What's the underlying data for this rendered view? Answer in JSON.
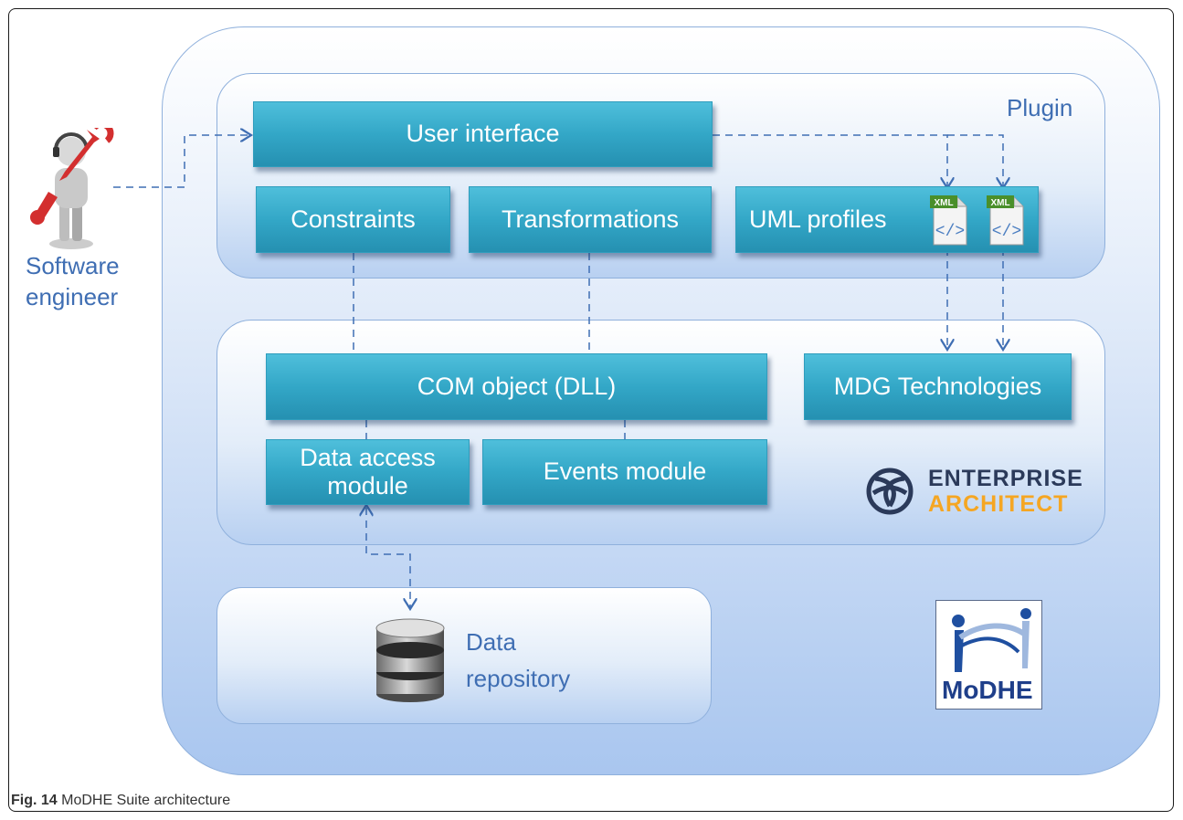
{
  "suite": {
    "plugin_label": "Plugin",
    "user_interface": "User interface",
    "constraints": "Constraints",
    "transformations": "Transformations",
    "uml_profiles": "UML profiles",
    "xml_badge_1": "XML",
    "xml_badge_2": "XML",
    "com_object": "COM object (DLL)",
    "mdg": "MDG Technologies",
    "data_access_1": "Data access",
    "data_access_2": "module",
    "events_module": "Events module",
    "ea_logo_1": "ENTERPRISE",
    "ea_logo_2": "ARCHITECT",
    "repo_1": "Data",
    "repo_2": "repository",
    "modhe_logo": "MoDHE"
  },
  "actor": {
    "line1": "Software",
    "line2": "engineer"
  },
  "caption": {
    "fig": "Fig. 14",
    "text": "MoDHE Suite architecture"
  },
  "colors": {
    "box": "#33a7c7",
    "label": "#3f6eb3",
    "ea_orange": "#f5a623",
    "ea_navy": "#2b3a5a"
  }
}
